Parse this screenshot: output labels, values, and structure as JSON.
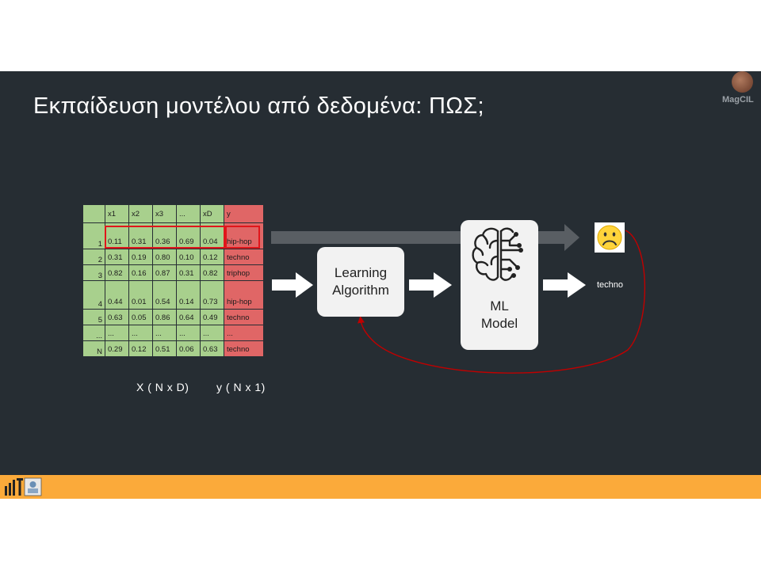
{
  "slide": {
    "title": "Εκπαίδευση μοντέλου από δεδομένα: ΠΩΣ;",
    "logo_text": "MagCIL"
  },
  "table": {
    "headers": [
      "",
      "x1",
      "x2",
      "x3",
      "...",
      "xD",
      "y"
    ],
    "rows": [
      {
        "idx": "1",
        "values": [
          "0.11",
          "0.31",
          "0.36",
          "0.69",
          "0.04"
        ],
        "label": "hip-hop"
      },
      {
        "idx": "2",
        "values": [
          "0.31",
          "0.19",
          "0.80",
          "0.10",
          "0.12"
        ],
        "label": "techno"
      },
      {
        "idx": "3",
        "values": [
          "0.82",
          "0.16",
          "0.87",
          "0.31",
          "0.82"
        ],
        "label": "triphop"
      },
      {
        "idx": "4",
        "values": [
          "0.44",
          "0.01",
          "0.54",
          "0.14",
          "0.73"
        ],
        "label": "hip-hop"
      },
      {
        "idx": "5",
        "values": [
          "0.63",
          "0.05",
          "0.86",
          "0.64",
          "0.49"
        ],
        "label": "techno"
      },
      {
        "idx": "...",
        "values": [
          "...",
          "...",
          "...",
          "...",
          "..."
        ],
        "label": "..."
      },
      {
        "idx": "N",
        "values": [
          "0.29",
          "0.12",
          "0.51",
          "0.06",
          "0.63"
        ],
        "label": "techno"
      }
    ]
  },
  "labels": {
    "x_dims": "X ( N x D)",
    "y_dims": "y ( N x 1)"
  },
  "learning_algorithm": {
    "line1": "Learning",
    "line2": "Algorithm"
  },
  "ml_model": {
    "line1": "ML",
    "line2": "Model",
    "icon": "brain-circuit-icon"
  },
  "prediction": {
    "label": "techno",
    "icon": "sad-face-icon"
  },
  "colors": {
    "background": "#262d33",
    "feature_cells": "#a8d08d",
    "label_cells": "#e06666",
    "highlight": "#e0161b",
    "feedback_arrow": "#c00000",
    "footer": "#fbaa3a"
  }
}
